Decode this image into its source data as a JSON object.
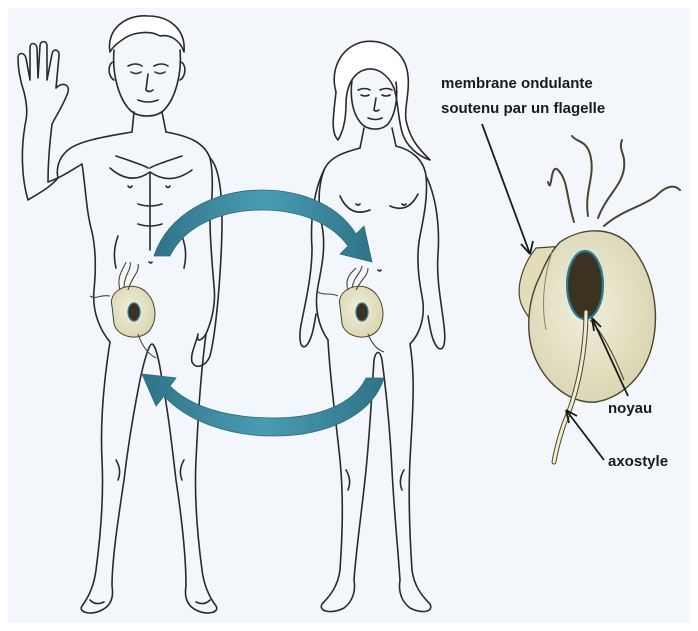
{
  "labels": {
    "membrane_line1": "membrane ondulante",
    "membrane_line2": "soutenu par un flagelle",
    "noyau": "noyau",
    "axostyle": "axostyle"
  },
  "colors": {
    "background_panel": "#f3f7fc",
    "figure_stroke": "#2a2a2a",
    "cycle_arrow": "#3a8aa0",
    "parasite_body": "#e9e6cc",
    "parasite_nucleus": "#3b3320",
    "nucleus_ring": "#2a7a9a",
    "flagella": "#4a4430"
  }
}
